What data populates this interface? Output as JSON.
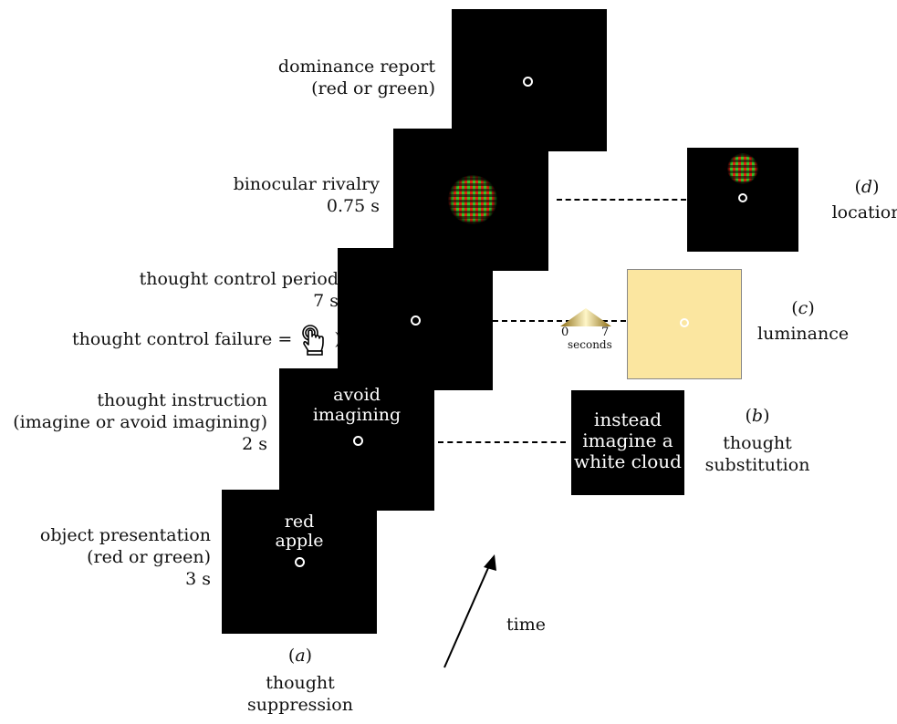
{
  "stages": {
    "dominance": {
      "label_line1": "dominance report",
      "label_line2": "(red or green)"
    },
    "rivalry": {
      "label_line1": "binocular rivalry",
      "label_line2": "0.75 s"
    },
    "control": {
      "label_line1": "thought control period",
      "label_line2": "7 s",
      "failure_prefix": "thought control failure =",
      "failure_suffix": ")"
    },
    "instruction": {
      "label_line1": "thought instruction",
      "label_line2": "(imagine or avoid imagining)",
      "label_line3": "2 s",
      "screen_line1": "avoid",
      "screen_line2": "imagining"
    },
    "object": {
      "label_line1": "object presentation",
      "label_line2": "(red or green)",
      "label_line3": "3 s",
      "screen_line1": "red",
      "screen_line2": "apple"
    }
  },
  "conditions": {
    "a": {
      "letter": "a",
      "name_line1": "thought",
      "name_line2": "suppression"
    },
    "b": {
      "letter": "b",
      "name_line1": "thought",
      "name_line2": "substitution",
      "screen_line1": "instead",
      "screen_line2": "imagine a",
      "screen_line3": "white cloud"
    },
    "c": {
      "letter": "c",
      "name": "luminance",
      "ramp_min": "0",
      "ramp_max": "7",
      "ramp_unit": "seconds"
    },
    "d": {
      "letter": "d",
      "name": "location"
    }
  },
  "time_label": "time",
  "colors": {
    "screen": "#000000",
    "luminance_screen": "#fbe6a0",
    "grating_red": "#e62814",
    "grating_green": "#3cc828"
  },
  "icons": {
    "failure": "hand-pointer-icon"
  }
}
